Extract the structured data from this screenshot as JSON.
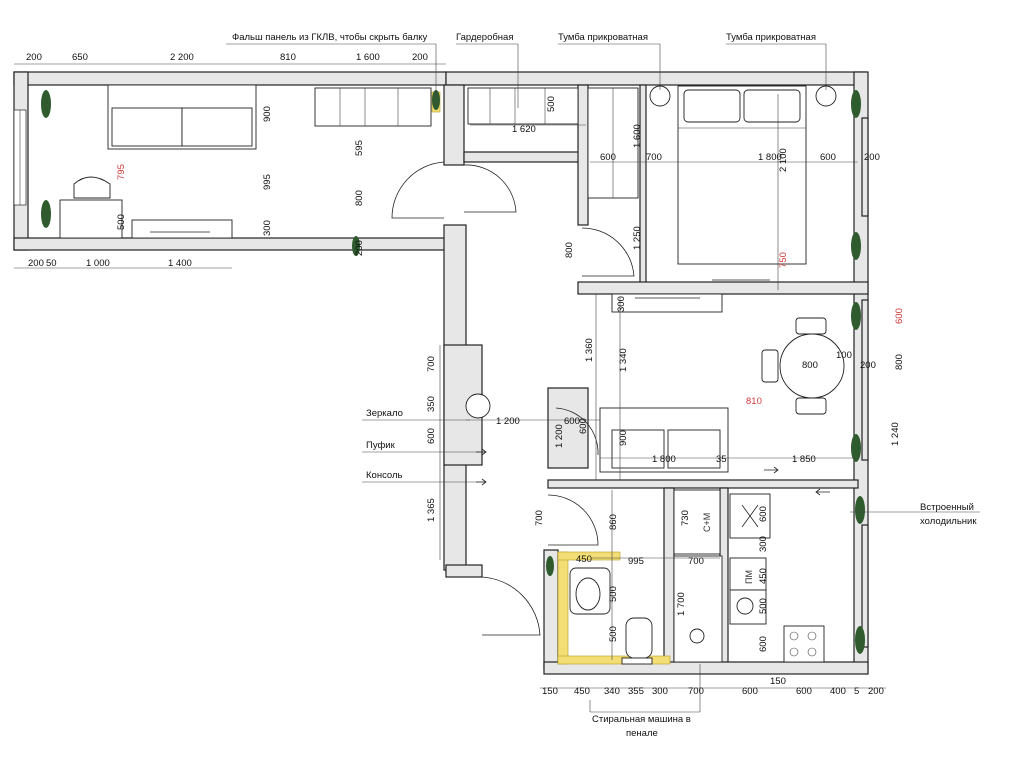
{
  "labels": {
    "beam_panel": "Фальш панель из ГКЛВ, чтобы скрыть балку",
    "wardrobe": "Гардеробная",
    "nightstand_left": "Тумба прикроватная",
    "nightstand_right": "Тумба прикроватная",
    "mirror": "Зеркало",
    "pouf": "Пуфик",
    "console": "Консоль",
    "fridge_line1": "Встроенный",
    "fridge_line2": "холодильник",
    "washer_line1": "Стиральная машина в",
    "washer_line2": "пенале"
  },
  "appliances": {
    "washer_dryer": "С+М",
    "dishwasher": "ПМ"
  },
  "dims": {
    "top_row": [
      "200",
      "650",
      "2 200",
      "810",
      "1 600",
      "200"
    ],
    "top_left_bottom": [
      "200",
      "50",
      "1 000",
      "1 400"
    ],
    "left_room": [
      "900",
      "995",
      "300",
      "795",
      "500",
      "595",
      "800",
      "200"
    ],
    "wardrobe": [
      "1 620",
      "500",
      "600",
      "700"
    ],
    "bedroom": [
      "1 600",
      "1 800",
      "600",
      "200",
      "2 100",
      "750",
      "1 250",
      "800"
    ],
    "living": [
      "300",
      "1 360",
      "1 340",
      "800",
      "100",
      "200",
      "600",
      "800",
      "810",
      "1 240",
      "1 800",
      "35",
      "1 850",
      "900",
      "600",
      "1 200",
      "600",
      "1 200"
    ],
    "hall": [
      "700",
      "350",
      "600",
      "1 365"
    ],
    "bath": [
      "730",
      "700",
      "860",
      "450",
      "995",
      "700",
      "1 700",
      "500",
      "500"
    ],
    "kitchen": [
      "600",
      "300",
      "450",
      "500",
      "600"
    ],
    "bottom_row": [
      "150",
      "450",
      "340",
      "355",
      "300",
      "700",
      "600",
      "600",
      "400",
      "5",
      "200",
      "150"
    ]
  }
}
